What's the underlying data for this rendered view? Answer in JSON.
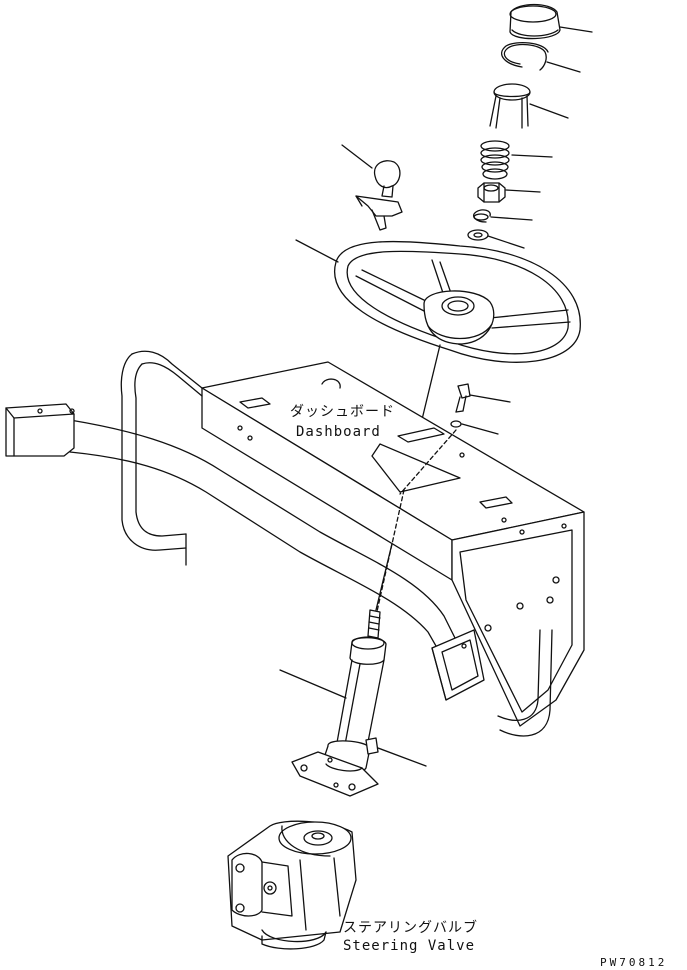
{
  "labels": {
    "dashboard_jp": "ダッシュボード",
    "dashboard_en": "Dashboard",
    "valve_jp": "ステアリングバルブ",
    "valve_en": "Steering Valve"
  },
  "drawing_code": "PW70812"
}
